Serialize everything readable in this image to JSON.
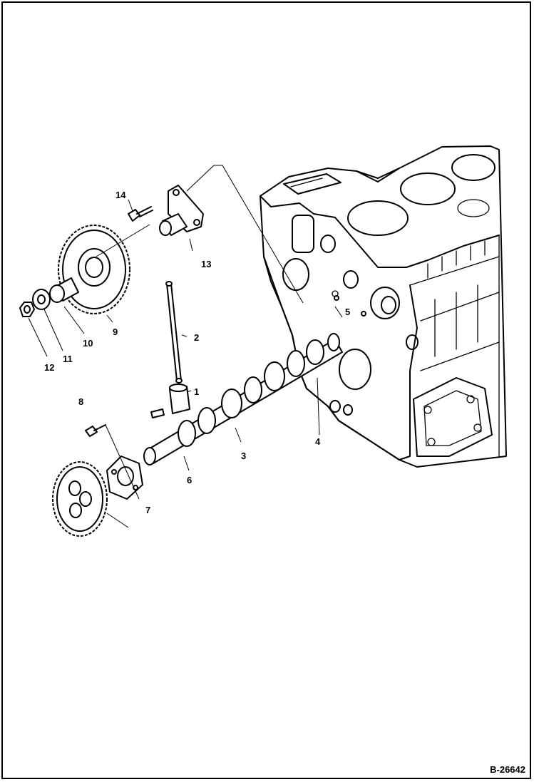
{
  "diagram": {
    "reference": "B-26642",
    "callouts": [
      "1",
      "2",
      "3",
      "4",
      "5",
      "6",
      "7",
      "8",
      "9",
      "10",
      "11",
      "12",
      "13",
      "14"
    ]
  }
}
